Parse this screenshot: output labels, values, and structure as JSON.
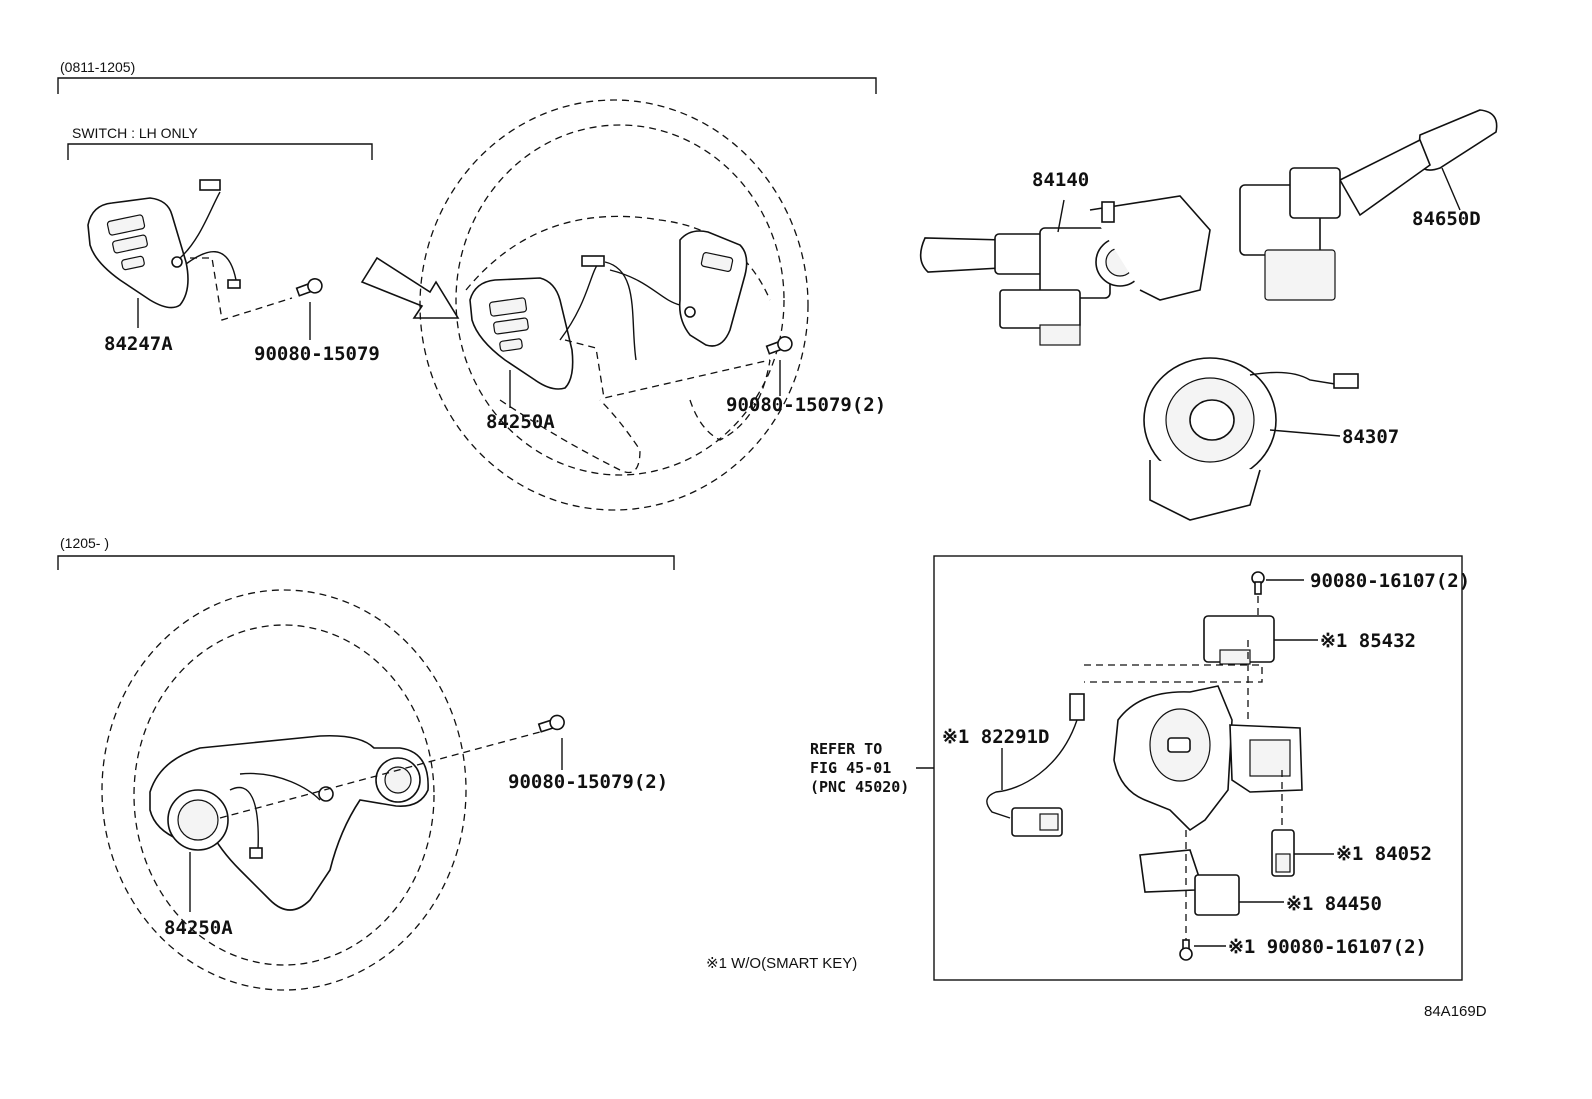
{
  "ranges": {
    "top": "(0811-1205)",
    "bottom": "(1205-     )",
    "switch_note": "SWITCH : LH ONLY"
  },
  "parts": {
    "p84247A": "84247A",
    "p90080_15079": "90080-15079",
    "p84250A_top": "84250A",
    "p90080_15079_2_top": "90080-15079(2)",
    "p84140": "84140",
    "p84650D": "84650D",
    "p84307": "84307",
    "p84250A_bottom": "84250A",
    "p90080_15079_2_bottom": "90080-15079(2)",
    "p90080_16107_2_top": "90080-16107(2)",
    "p85432": "※1 85432",
    "p82291D": "※1 82291D",
    "p84052": "※1 84052",
    "p84450": "※1 84450",
    "p90080_16107_2_bottom": "※1  90080-16107(2)"
  },
  "refer": {
    "line1": "REFER TO",
    "line2": "FIG 45-01",
    "line3": "(PNC 45020)"
  },
  "footnote": "※1 W/O(SMART KEY)",
  "diagram_id": "84A169D"
}
